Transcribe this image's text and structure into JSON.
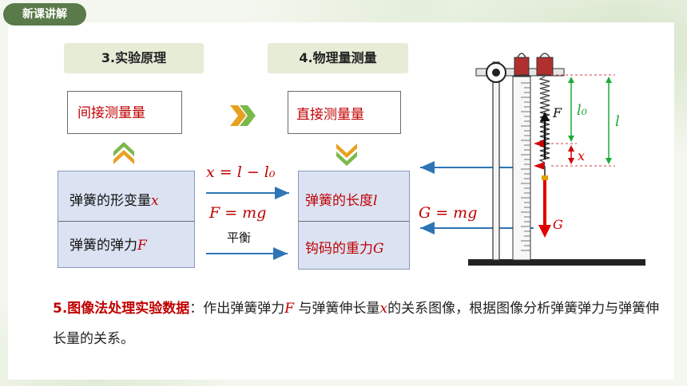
{
  "badge": {
    "label": "新课讲解"
  },
  "headers": {
    "principle": "3.实验原理",
    "measure": "4.物理量测量"
  },
  "boxes": {
    "indirect": "间接测量量",
    "direct": "直接测量量"
  },
  "left_table": {
    "row1": {
      "text": "弹簧的形变量",
      "var": "x"
    },
    "row2": {
      "text": "弹簧的弹力",
      "var": "F"
    }
  },
  "right_table": {
    "row1": {
      "text": "弹簧的长度",
      "var": "l"
    },
    "row2": {
      "text": "钩码的重力",
      "var": "G"
    }
  },
  "formulas": {
    "deform": "x = l − l₀",
    "force": "F = mg",
    "balance": "平衡",
    "gravity": "G = mg"
  },
  "apparatus": {
    "label_F": "F",
    "label_l0": "l₀",
    "label_l": "l",
    "label_x": "x",
    "label_G": "G"
  },
  "colors": {
    "accent_red": "#c00000",
    "arrow_blue": "#2e75b6",
    "header_bg": "#e6ecd6",
    "table_bg": "#dbe3f3",
    "badge_bg": "#5a7a4a",
    "green_dim": "#1faa3a"
  },
  "paragraph": {
    "lead": "5.图像法处理实验数据",
    "colon": "：",
    "part1": "作出弹簧弹力",
    "var1": "F",
    "part2": " 与弹簧伸长量",
    "var2": "x",
    "part3": "的关系图像，根据图像分析弹簧弹力与弹簧伸长量的关系。"
  }
}
